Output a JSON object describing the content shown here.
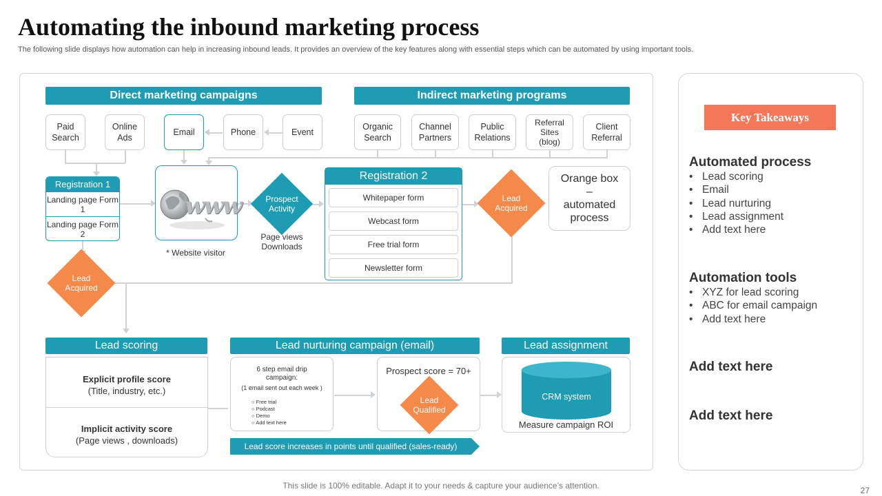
{
  "title": "Automating the inbound marketing process",
  "subtitle": "The following slide displays how automation can help in increasing inbound leads. It provides an overview of the key features along with essential steps which can be automated  by using important tools.",
  "direct": {
    "header": "Direct marketing campaigns",
    "sources": [
      "Paid Search",
      "Online Ads",
      "Email",
      "Phone",
      "Event"
    ]
  },
  "indirect": {
    "header": "Indirect marketing programs",
    "sources": [
      "Organic Search",
      "Channel Partners",
      "Public Relations",
      "Referral Sites (blog)",
      "Client Referral"
    ]
  },
  "registration1": {
    "header": "Registration  1",
    "items": [
      "Landing page Form 1",
      "Landing page Form 2"
    ]
  },
  "website": {
    "image_text": "www",
    "caption": "* Website visitor"
  },
  "prospect": {
    "label": "Prospect Activity",
    "caption": "Page views Downloads"
  },
  "registration2": {
    "header": "Registration 2",
    "items": [
      "Whitepaper form",
      "Webcast form",
      "Free trial form",
      "Newsletter form"
    ]
  },
  "lead_acquired": "Lead Acquired",
  "orange_box_note": "Orange box – automated process",
  "lead_scoring": {
    "header": "Lead scoring",
    "explicit_title": "Explicit profile score",
    "explicit_sub": "(Title,  industry, etc.)",
    "implicit_title": "Implicit activity score",
    "implicit_sub": "(Page views  , downloads)"
  },
  "nurturing": {
    "header": "Lead nurturing  campaign (email)",
    "drip_title": "6 step email  drip campaign:",
    "drip_sub": "(1 email sent out each week )",
    "drip_items": [
      "Free trial",
      "Podcast",
      "Demo",
      "Add text here"
    ],
    "prospect_score": "Prospect score = 70+",
    "lead_qualified": "Lead Qualified",
    "banner": "Lead score increases in points until qualified (sales-ready)"
  },
  "assignment": {
    "header": "Lead assignment",
    "crm": "CRM system",
    "roi": "Measure campaign ROI"
  },
  "takeaways": {
    "header": "Key Takeaways",
    "sections": [
      {
        "title": "Automated process",
        "items": [
          "Lead scoring",
          "Email",
          "Lead nurturing",
          "Lead assignment",
          "Add text here"
        ]
      },
      {
        "title": "Automation tools",
        "items": [
          "XYZ  for lead scoring",
          "ABC for email campaign",
          "Add text here"
        ]
      },
      {
        "title": "Add text here",
        "items": []
      },
      {
        "title": "Add text here",
        "items": []
      }
    ]
  },
  "footer": "This slide is 100% editable. Adapt it to your needs & capture your audience’s attention.",
  "page_number": "27",
  "colors": {
    "teal": "#1d9cb4",
    "orange": "#f5894a",
    "takeaway_header": "#f5775a"
  }
}
